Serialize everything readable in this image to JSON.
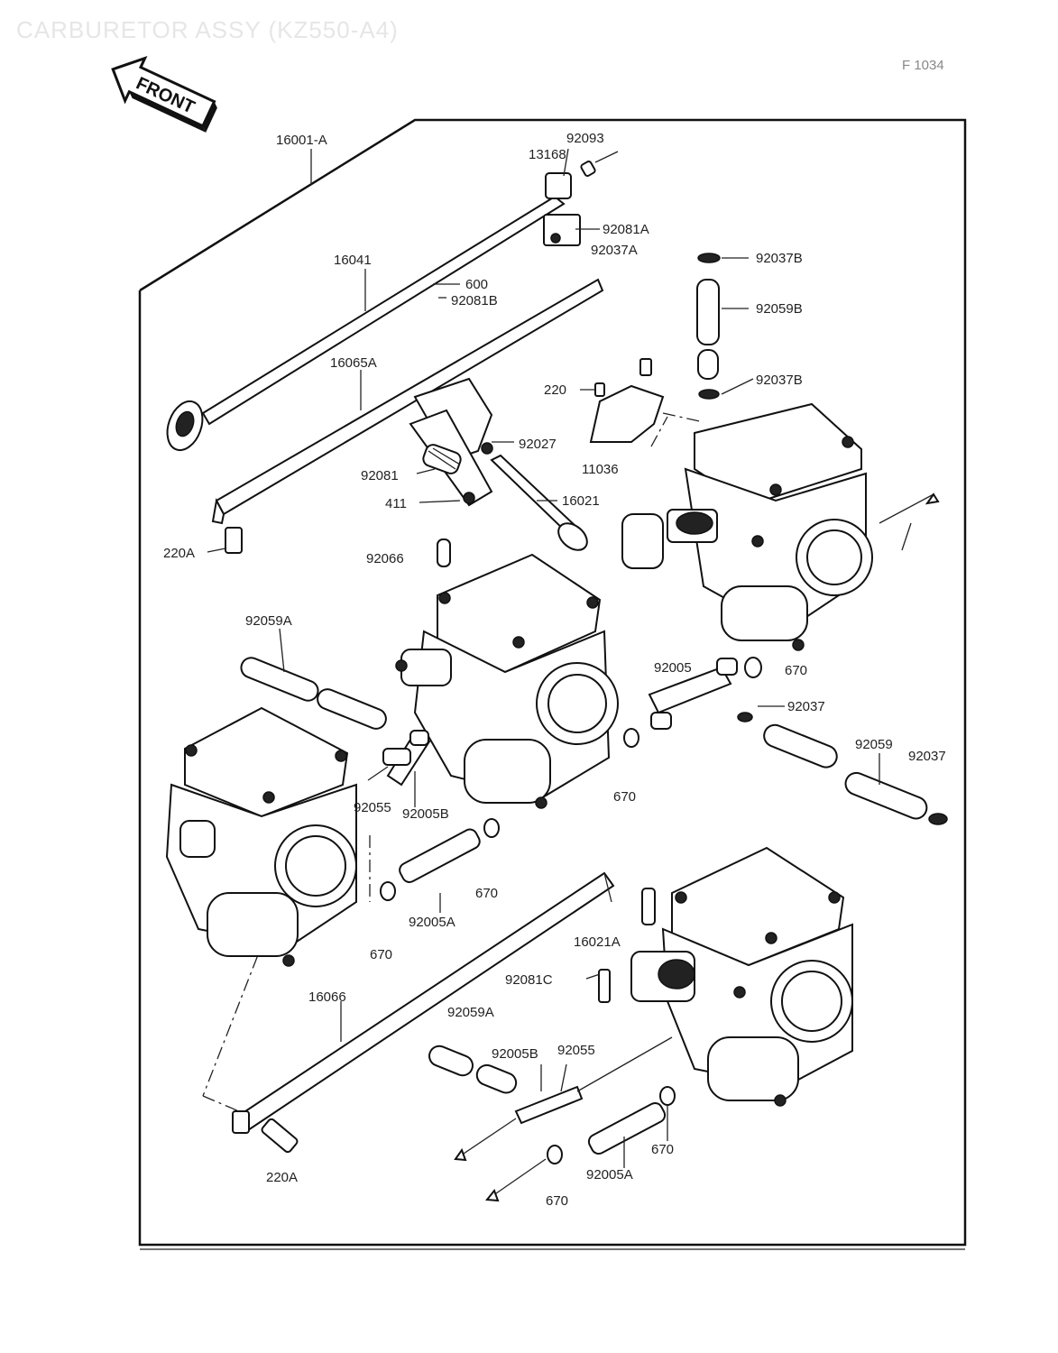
{
  "header": {
    "title": "CARBURETOR ASSY (KZ550-A4)",
    "code": "F 1034",
    "front_label": "FRONT"
  },
  "callouts": {
    "c16001A": "16001-A",
    "c92093": "92093",
    "c13168": "13168",
    "c92081A": "92081A",
    "c92037A": "92037A",
    "c92037B_top": "92037B",
    "c92059B_top": "92059B",
    "c92037B_mid": "92037B",
    "c16041": "16041",
    "c600": "600",
    "c92081B": "92081B",
    "c16065A": "16065A",
    "c220": "220",
    "c92027": "92027",
    "c11036": "11036",
    "c92081": "92081",
    "c411": "411",
    "c16021": "16021",
    "c220A_top": "220A",
    "c92066": "92066",
    "c92059A_left": "92059A",
    "c92005_right": "92005",
    "c670_right": "670",
    "c92037_right": "92037",
    "c92059_right": "92059",
    "c92037_far": "92037",
    "c670_mid": "670",
    "c92055_left": "92055",
    "c92005B_left": "92005B",
    "c670_lower": "670",
    "c92005A_left": "92005A",
    "c670_bottomleft": "670",
    "c16021A": "16021A",
    "c92081C": "92081C",
    "c16066": "16066",
    "c92059A_mid": "92059A",
    "c92005B_bottom": "92005B",
    "c92055_bottom": "92055",
    "c670_bottomright": "670",
    "c92005A_bottom": "92005A",
    "c670_bottom": "670",
    "c220A_bottom": "220A"
  }
}
